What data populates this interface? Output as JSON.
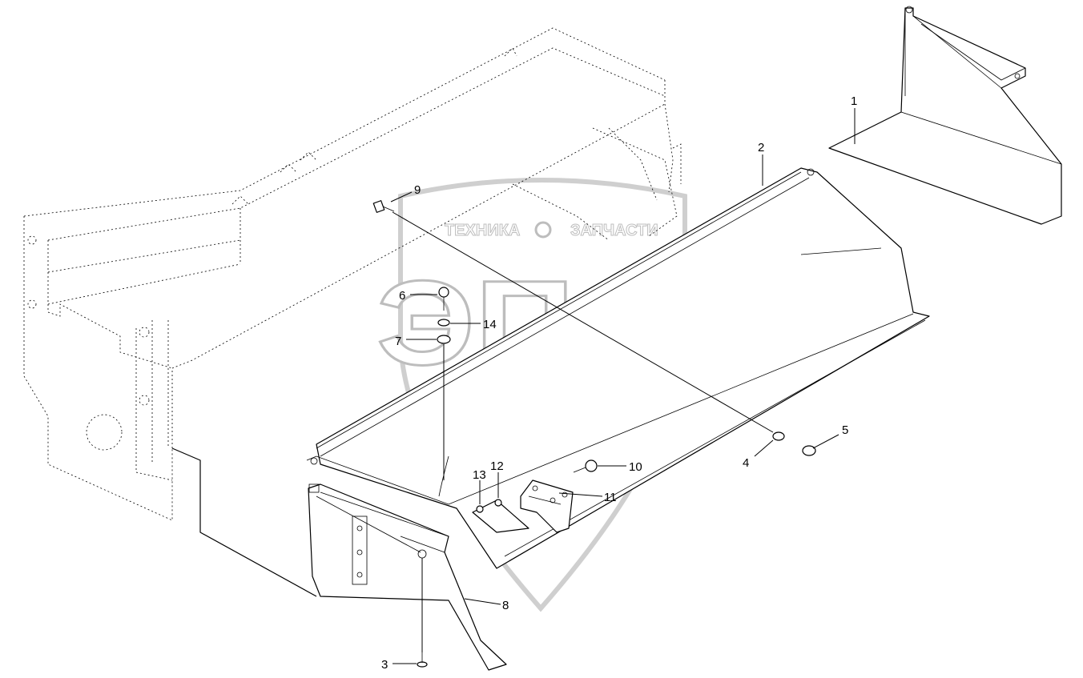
{
  "watermark": {
    "top_text_left": "ТЕХНИКА",
    "top_text_right": "ЗАПЧАСТИ",
    "logo_letters": "ЭПФ"
  },
  "callouts": [
    {
      "id": "1",
      "label": "1"
    },
    {
      "id": "2",
      "label": "2"
    },
    {
      "id": "3",
      "label": "3"
    },
    {
      "id": "4",
      "label": "4"
    },
    {
      "id": "5",
      "label": "5"
    },
    {
      "id": "6",
      "label": "6"
    },
    {
      "id": "7",
      "label": "7"
    },
    {
      "id": "8",
      "label": "8"
    },
    {
      "id": "9",
      "label": "9"
    },
    {
      "id": "10",
      "label": "10"
    },
    {
      "id": "11",
      "label": "11"
    },
    {
      "id": "12",
      "label": "12"
    },
    {
      "id": "13",
      "label": "13"
    },
    {
      "id": "14",
      "label": "14"
    }
  ]
}
